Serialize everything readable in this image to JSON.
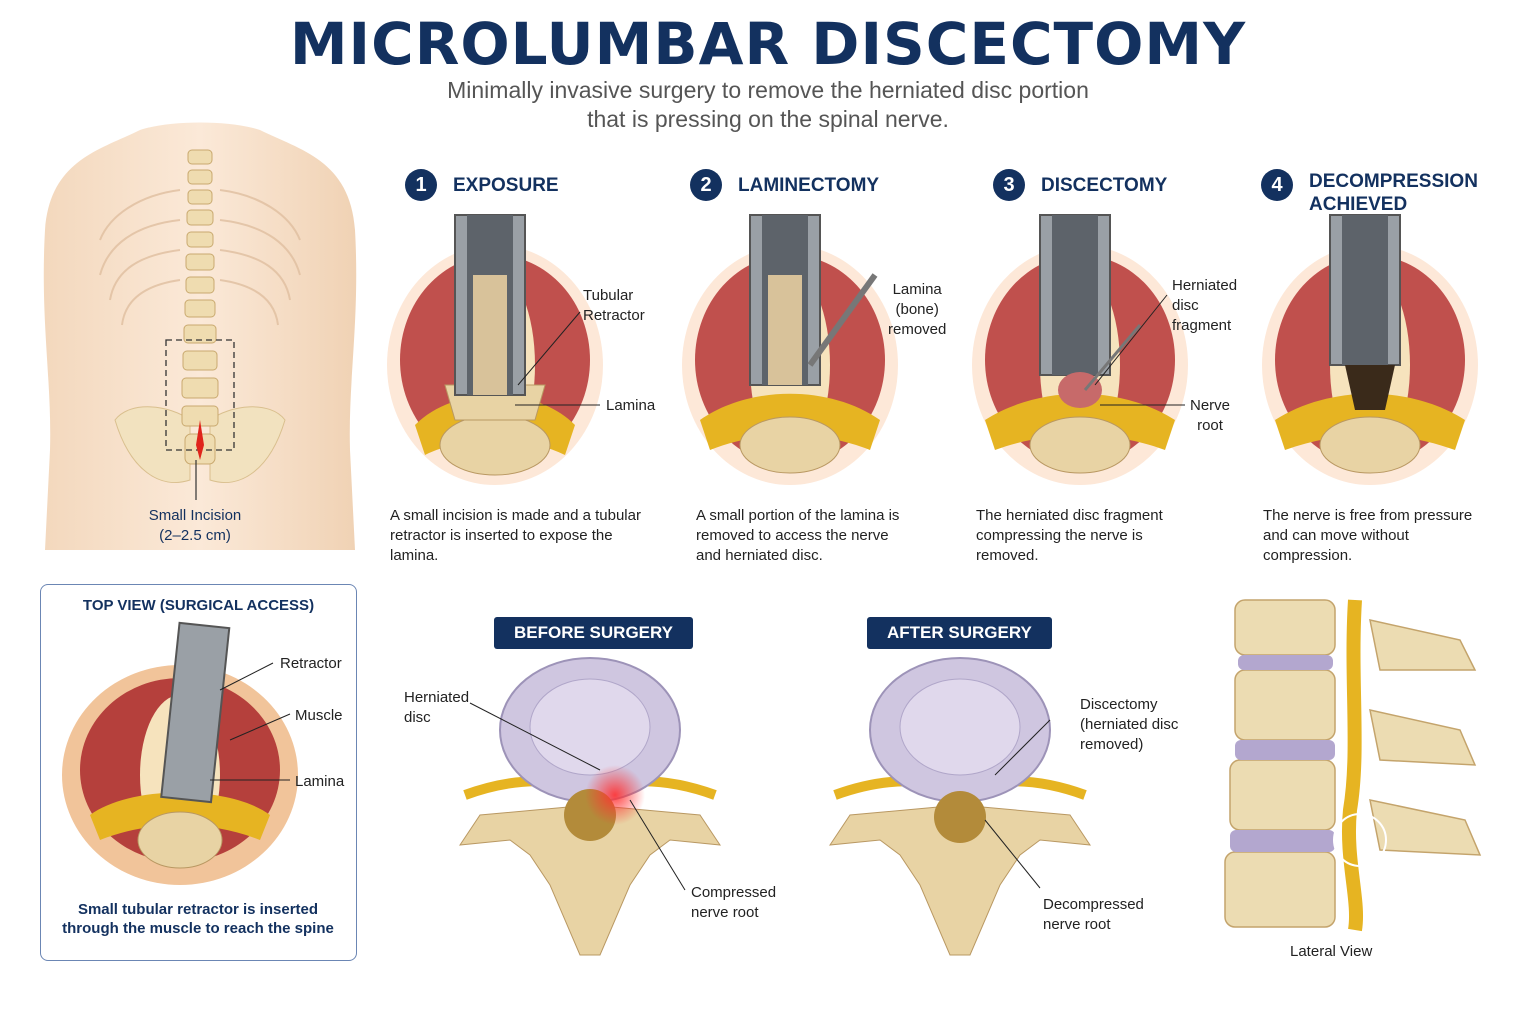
{
  "header": {
    "title": "MICROLUMBAR DISCECTOMY",
    "subtitle": "Minimally invasive surgery to remove the herniated disc portion\nthat is pressing on the spinal nerve."
  },
  "back_view": {
    "incision_label": "Small Incision\n(2–2.5 cm)"
  },
  "steps": [
    {
      "number": "1",
      "title": "EXPOSURE",
      "description": "A small incision is made and a tubular retractor is inserted to expose the lamina.",
      "labels": [
        "Tubular\nRetractor",
        "Lamina"
      ]
    },
    {
      "number": "2",
      "title": "LAMINECTOMY",
      "description": "A small portion of the lamina is removed to access the nerve and herniated disc.",
      "labels": [
        "Lamina\n(bone)\nremoved"
      ]
    },
    {
      "number": "3",
      "title": "DISCECTOMY",
      "description": "The herniated disc fragment compressing the nerve is removed.",
      "labels": [
        "Herniated\ndisc\nfragment",
        "Nerve\nroot"
      ]
    },
    {
      "number": "4",
      "title": "DECOMPRESSION\nACHIEVED",
      "description": "The nerve is free from pressure and can move without compression.",
      "labels": []
    }
  ],
  "top_view": {
    "title": "TOP VIEW (SURGICAL ACCESS)",
    "labels": [
      "Retractor",
      "Muscle",
      "Lamina"
    ],
    "caption": "Small tubular retractor is inserted through the muscle to reach the spine"
  },
  "before": {
    "badge": "BEFORE SURGERY",
    "label_disc": "Herniated\ndisc",
    "label_nerve": "Compressed\nnerve root"
  },
  "after": {
    "badge": "AFTER SURGERY",
    "label_disc": "Discectomy\n(herniated disc\nremoved)",
    "label_nerve": "Decompressed\nnerve root"
  },
  "lateral": {
    "label": "Lateral View"
  },
  "colors": {
    "navy": "#13315f",
    "muscle": "#c0504d",
    "bone": "#e8d3a4",
    "nerve": "#e6b422",
    "disc": "#cfc6e0",
    "inflammation": "#ff3030"
  }
}
